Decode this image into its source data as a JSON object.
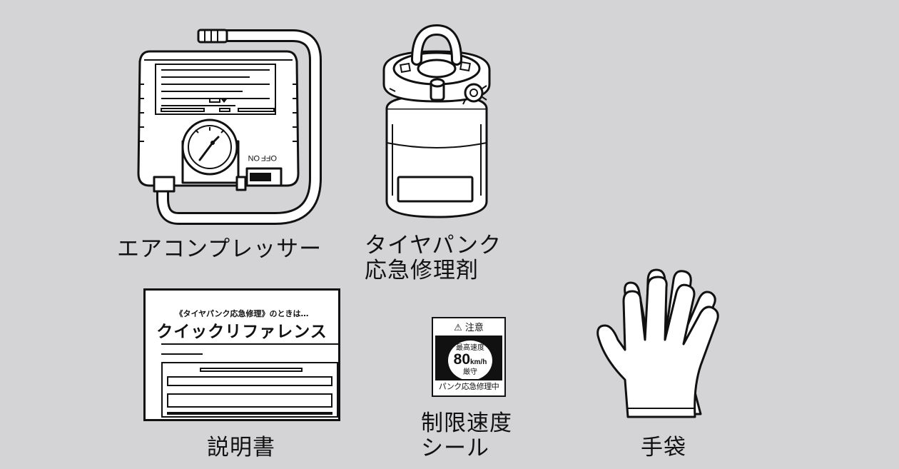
{
  "items": {
    "compressor": {
      "label": "エアコンプレッサー",
      "switch_off": "OFF",
      "switch_on": "ON"
    },
    "sealant": {
      "label_line1": "タイヤパンク",
      "label_line2": "応急修理剤"
    },
    "manual": {
      "label": "説明書",
      "subtitle": "《タイヤパンク応急修理》のときは…",
      "title": "クイックリファレンス"
    },
    "speed_sticker": {
      "label_line1": "制限速度",
      "label_line2": "シール",
      "caution": "注意",
      "max_speed": "最高速度",
      "speed_value": "80",
      "speed_unit": "km/h",
      "observe": "厳守",
      "footer": "パンク応急修理中"
    },
    "gloves": {
      "label": "手袋"
    }
  }
}
